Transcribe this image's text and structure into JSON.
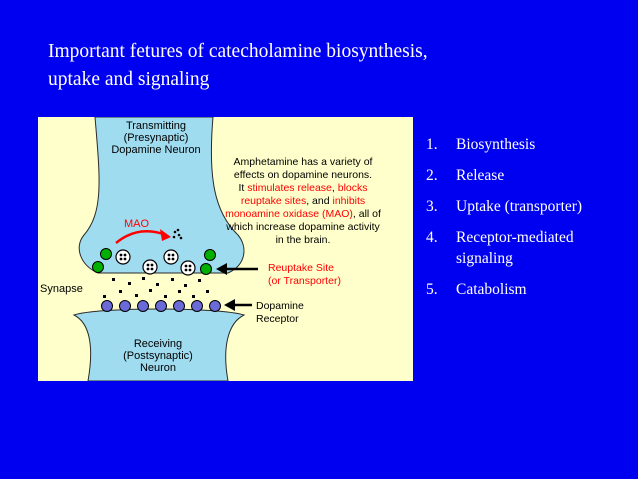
{
  "slide": {
    "title_line1": "Important fetures of catecholamine biosynthesis,",
    "title_line2": "uptake and signaling"
  },
  "figure": {
    "transmitting_label": [
      "Transmitting",
      "(Presynaptic)",
      "Dopamine Neuron"
    ],
    "amphetamine_text": {
      "line1": "Amphetamine has a variety of",
      "line2": "effects on dopamine neurons.",
      "line3_a": "It ",
      "line3_red": "stimulates release",
      "line3_b": ", ",
      "line3_red2": "blocks",
      "line4_red": "reuptake sites",
      "line4_b": ", and ",
      "line4_red2": "inhibits",
      "line5_red": "monoamine oxidase (MAO)",
      "line5_b": ", all of",
      "line6": "which increase dopamine activity",
      "line7": "in the brain."
    },
    "mao_label": "MAO",
    "reuptake_label": [
      "Reuptake Site",
      "(or Transporter)"
    ],
    "synapse_label": "Synapse",
    "receptor_label": [
      "Dopamine",
      "Receptor"
    ],
    "receiving_label": [
      "Receiving",
      "(Postsynaptic)",
      "Neuron"
    ],
    "colors": {
      "neuron": "#9fdcf0",
      "transporter": "#00b000",
      "receptor": "#6b6bd8",
      "highlight": "#ff0000",
      "background": "#ffffcc"
    }
  },
  "list": {
    "items": [
      {
        "num": "1.",
        "text": "Biosynthesis"
      },
      {
        "num": "2.",
        "text": "Release"
      },
      {
        "num": "3.",
        "text": "Uptake (transporter)"
      },
      {
        "num": "4.",
        "text": "Receptor-mediated signaling"
      },
      {
        "num": "5.",
        "text": "Catabolism"
      }
    ]
  }
}
